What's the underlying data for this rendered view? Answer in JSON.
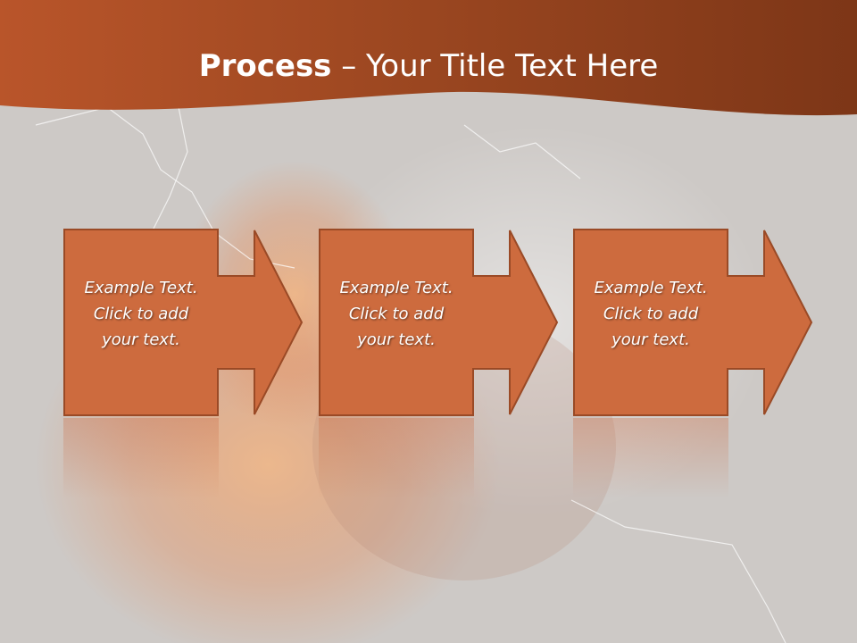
{
  "slide": {
    "title_bold": "Process",
    "title_rest": " – Your Title Text Here"
  },
  "colors": {
    "header": "#8e3f1c",
    "box_fill": "#cd6b3e",
    "box_border": "#9a4a26",
    "background": "#cdc9c6"
  },
  "steps": [
    {
      "lines": [
        "Example Text.",
        "Click  to add",
        "your text."
      ]
    },
    {
      "lines": [
        "Example Text.",
        "Click  to add",
        "your text."
      ]
    },
    {
      "lines": [
        "Example Text.",
        "Click  to add",
        "your text."
      ]
    }
  ]
}
